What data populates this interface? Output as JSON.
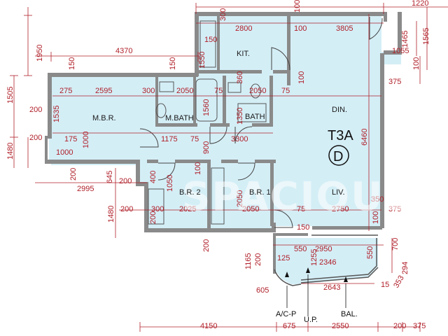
{
  "unit": {
    "name": "T3A",
    "type": "D"
  },
  "rooms": {
    "kit": "KIT.",
    "mbr": "M.B.R.",
    "mbath": "M.BATH",
    "bath": "BATH",
    "din": "DIN.",
    "br2": "B.R. 2",
    "br1": "B.R. 1",
    "liv": "LIV."
  },
  "callouts": {
    "acp": "A/C-P",
    "up": "U.P.",
    "bal": "BAL."
  },
  "watermark": "SPACIOUS",
  "colors": {
    "floor": "#d4eef6",
    "wall": "#8a8a8a",
    "dimension": "#b0202a"
  },
  "dims": {
    "top_2800": "2800",
    "top_100a": "100",
    "top_3805": "3805",
    "top_1220": "1220",
    "top_4370": "4370",
    "top_150": "150",
    "left_1950": "1950",
    "left_1505": "1505",
    "left_1480a": "1480",
    "left_1480b": "1480",
    "v_300a": "300",
    "v_1550": "1550",
    "v_100b": "100",
    "v_1465": "1465",
    "v_1565": "1565",
    "h_1055": "1055",
    "h_375a": "375",
    "r_275": "275",
    "r_2595": "2595",
    "r_300a": "300",
    "r_2050a": "2050",
    "r_75a": "75",
    "r_2050b": "2050",
    "r_75b": "75",
    "v_150b": "150",
    "v_360": "360",
    "v_150c": "150",
    "v_1535": "1535",
    "v_1560": "1560",
    "v_1350": "1350",
    "v_6460": "6460",
    "h_200a": "200",
    "h_200b": "200",
    "h_175a": "175",
    "h_1000a": "1000",
    "h_1175": "1175",
    "h_75c": "75",
    "h_3300": "3300",
    "v_1000b": "1000",
    "v_200c": "200",
    "v_900": "900",
    "v_645": "645",
    "h_200d": "200",
    "h_2995": "2995",
    "v_400": "400",
    "v_1050": "1050",
    "v_2050c": "2050",
    "h_200e": "200",
    "h_300b": "300",
    "h_2025": "2025",
    "h_2050c": "2050",
    "h_75d": "75",
    "h_2750": "2750",
    "h_350": "350",
    "h_375b": "375",
    "h_150d": "150",
    "h_550a": "550",
    "h_2950": "2950",
    "h_2346": "2346",
    "v_1165": "1165",
    "v_200f": "200",
    "h_125": "125",
    "v_1255": "1255",
    "v_550b": "550",
    "v_700": "700",
    "v_294": "294",
    "h_2643": "2643",
    "h_605": "605",
    "v_353": "353",
    "h_15": "15",
    "b_4150": "4150",
    "b_675": "675",
    "b_2550": "2550",
    "b_200": "200",
    "b_375": "375",
    "v_200g": "200",
    "v_200h": "200",
    "v_100c": "100",
    "v_100d": "100",
    "v_100e": "100",
    "v_100f": "100"
  }
}
